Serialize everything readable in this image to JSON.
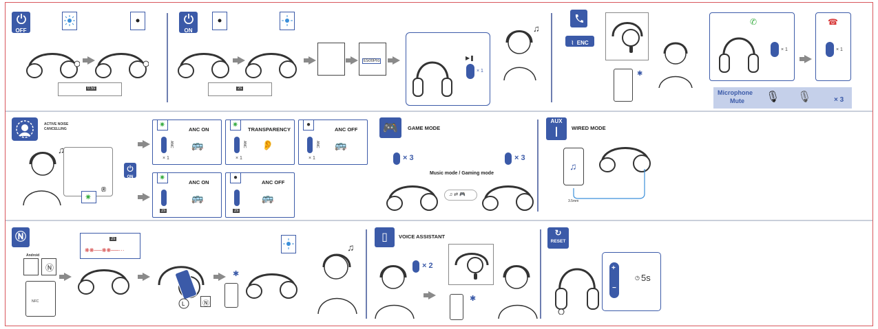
{
  "badges": {
    "power_off": "OFF",
    "power_on": "ON",
    "enc": "ENC",
    "anc_on_small": "ON",
    "aux": "AUX",
    "reset": "RESET"
  },
  "power_off": {
    "timing": "0.5s"
  },
  "power_on": {
    "timing": "2s"
  },
  "pairing": {
    "device_name": "E500Pro",
    "play_count": "× 1"
  },
  "call": {
    "answer_count": "× 1",
    "hangup_count": "× 1",
    "mic_mute_title": "Microphone",
    "mic_mute_sub": "Mute",
    "mic_mute_count": "× 3"
  },
  "anc": {
    "title_line1": "ACTIVE NOISE",
    "title_line2": "CANCELLING",
    "modes_top": [
      {
        "label": "ANC ON",
        "count": "× 1"
      },
      {
        "label": "TRANSPARENCY",
        "count": "× 1"
      },
      {
        "label": "ANC OFF",
        "count": "× 1"
      }
    ],
    "modes_bottom": [
      {
        "label": "ANC ON"
      },
      {
        "label": "ANC OFF"
      }
    ],
    "hold": "2s",
    "anc_side_label": "ANC"
  },
  "game": {
    "title": "GAME MODE",
    "count_left": "× 3",
    "count_right": "× 3",
    "caption": "Music mode / Gaming mode"
  },
  "wired": {
    "title": "WIRED MODE",
    "jack": "3.5mm"
  },
  "nfc": {
    "android": "Android",
    "nfc_label": "NFC",
    "timing": "2s"
  },
  "voice": {
    "title": "VOICE ASSISTANT",
    "count": "× 2"
  },
  "reset": {
    "hold": "5s"
  },
  "colors": {
    "accent": "#3b5aa8",
    "frame": "#d8565c",
    "separator": "#c9cfda"
  }
}
